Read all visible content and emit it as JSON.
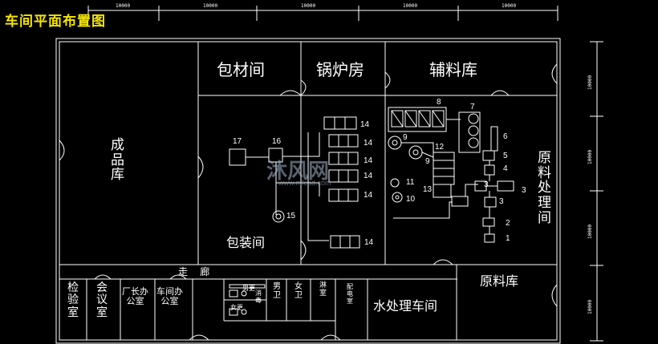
{
  "title": "车间平面布置图",
  "dimensions": {
    "top": [
      "10000",
      "10000",
      "10000",
      "10000",
      "10000"
    ],
    "right": [
      "10000",
      "10000",
      "10000",
      "10000"
    ]
  },
  "rooms": {
    "finished_goods": "成\n品\n库",
    "packing_material": "包材间",
    "boiler": "锅炉房",
    "auxiliary": "辅料库",
    "packing": "包装间",
    "raw_processing": "原\n料\n处\n理\n间",
    "corridor": "走    廊",
    "inspection": "检\n验\n室",
    "meeting": "会\n议\n室",
    "factory_office": "厂长办\n公室",
    "workshop_office": "车间办\n公室",
    "male_change": "男更",
    "female_change": "女更",
    "disinfect": "消\n毒",
    "male_wc": "男\n卫",
    "female_wc": "女\n卫",
    "shower": "淋\n室",
    "power": "配\n电\n室",
    "water_treatment": "水处理车间",
    "raw_storage": "原料库"
  },
  "equipment": {
    "n17": "17",
    "n16": "16",
    "n15": "15",
    "n14a": "14",
    "n14b": "14",
    "n14c": "14",
    "n14d": "14",
    "n14e": "14",
    "n14f": "14",
    "n8": "8",
    "n7": "7",
    "n9a": "9",
    "n9b": "9",
    "n12": "12",
    "n6": "6",
    "n5": "5",
    "n4": "4",
    "n3a": "3",
    "n3b": "3",
    "n3c": "3",
    "n2": "2",
    "n1": "1",
    "n11": "11",
    "n10": "10",
    "n13": "13"
  },
  "watermark": {
    "text": "沐风网",
    "sub": "www.mfcad.com"
  }
}
